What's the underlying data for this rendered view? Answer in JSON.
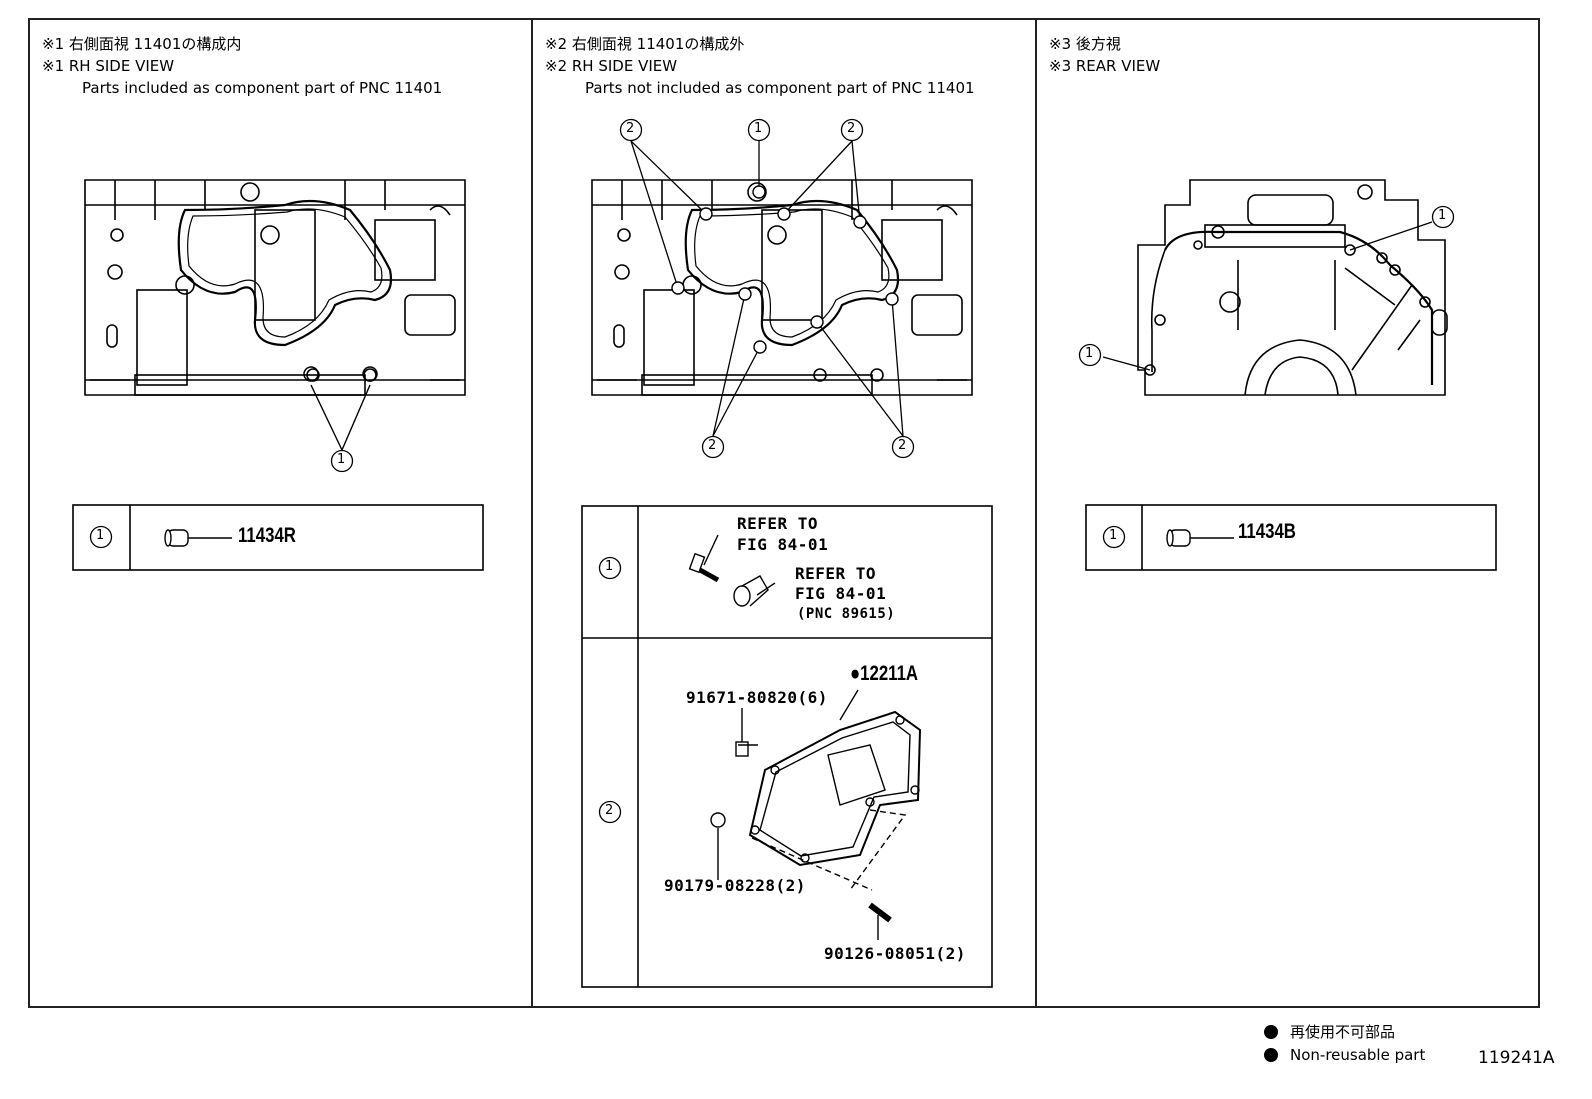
{
  "panels": [
    {
      "line1": "※1 右側面視 11401の構成内",
      "line2": "※1 RH SIDE VIEW",
      "line3": "Parts included as component part of PNC 11401"
    },
    {
      "line1": "※2 右側面視 11401の構成外",
      "line2": "※2 RH SIDE VIEW",
      "line3": "Parts not included as component part of PNC 11401"
    },
    {
      "line1": "※3 後方視",
      "line2": "※3 REAR VIEW",
      "line3": ""
    }
  ],
  "callouts": {
    "one": "1",
    "two": "2"
  },
  "tables": {
    "left": {
      "row1_part": "11434R"
    },
    "middle": {
      "row1_refer1_a": "REFER TO",
      "row1_refer1_b": "FIG 84-01",
      "row1_refer2_a": "REFER TO",
      "row1_refer2_b": "FIG 84-01",
      "row1_refer2_c": "(PNC 89615)",
      "row2_main_part": "●12211A",
      "row2_bolt": "91671-80820(6)",
      "row2_grommet": "90179-08228(2)",
      "row2_stud": "90126-08051(2)"
    },
    "right": {
      "row1_part": "11434B"
    }
  },
  "legend": {
    "jp": "再使用不可部品",
    "en": "Non-reusable part"
  },
  "figure_number": "119241A"
}
